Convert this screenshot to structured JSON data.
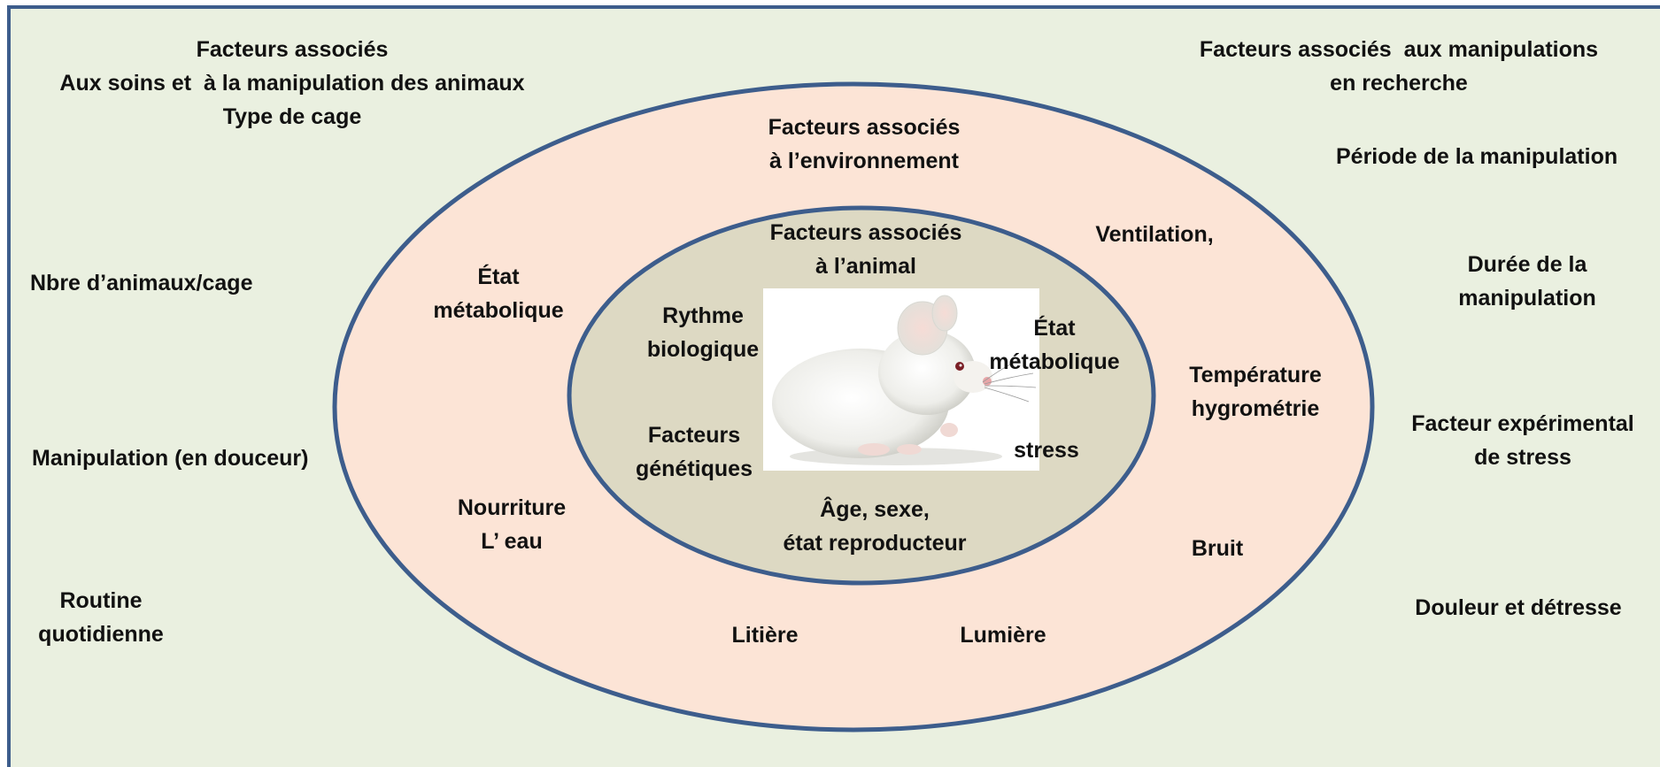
{
  "colors": {
    "background": "#eaf0e0",
    "frame_border": "#3d5d8c",
    "outer_ellipse_fill": "#fce4d6",
    "inner_ellipse_fill": "#ddd9c3",
    "ellipse_stroke": "#3d5d8c"
  },
  "outer_labels": {
    "care_title": "Facteurs associés\nAux soins et  à la manipulation des animaux\nType de cage",
    "animals_per_cage": "Nbre d’animaux/cage",
    "gentle_handling": "Manipulation (en douceur)",
    "daily_routine": "Routine\nquotidienne",
    "research_title": "Facteurs associés  aux manipulations\nen recherche",
    "handling_period": "Période de la manipulation",
    "handling_duration": "Durée de la\nmanipulation",
    "stress_factor": "Facteur expérimental\nde stress",
    "pain_distress": "Douleur et détresse"
  },
  "environment_ring": {
    "title": "Facteurs associés\nà l’environnement",
    "metabolic_state": "État\nmétabolique",
    "ventilation": "Ventilation,",
    "temperature": "Température\nhygrométrie",
    "food_water": "Nourriture\nL’ eau",
    "noise": "Bruit",
    "litter": "Litière",
    "light": "Lumière"
  },
  "animal_core": {
    "title": "Facteurs associés\nà l’animal",
    "rhythm": "Rythme\nbiologique",
    "metabolic_state": "État\nmétabolique",
    "genetics": "Facteurs\ngénétiques",
    "stress": "stress",
    "age_sex": "Âge, sexe,\nétat reproducteur"
  },
  "image": {
    "icon": "white-mouse-photo"
  }
}
